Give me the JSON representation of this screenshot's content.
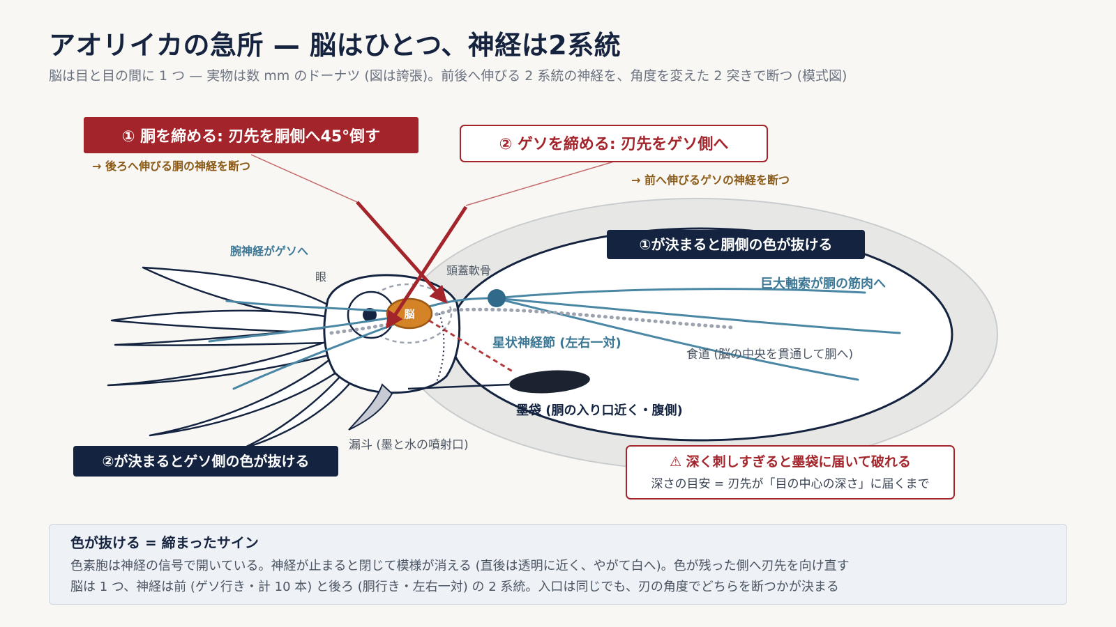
{
  "header": {
    "title": "アオリイカの急所 — 脳はひとつ、神経は2系統",
    "subtitle": "脳は目と目の間に 1 つ — 実物は数 mm のドーナツ (図は誇張)。前後へ伸びる 2 系統の神経を、角度を変えた 2 突きで断つ (模式図)"
  },
  "step1": {
    "label": "① 胴を締める: 刃先を胴側へ45°倒す",
    "note": "→ 後ろへ伸びる胴の神経を断つ"
  },
  "step2": {
    "label": "② ゲソを締める: 刃先をゲソ側へ",
    "note": "→ 前へ伸びるゲソの神経を断つ"
  },
  "results": {
    "mantle": "①が決まると胴側の色が抜ける",
    "arms": "②が決まるとゲソ側の色が抜ける"
  },
  "labels": {
    "arm_nerve": "腕神経がゲソへ",
    "eye": "眼",
    "cranial_cartilage": "頭蓋軟骨",
    "brain": "脳",
    "giant_axon": "巨大軸索が胴の筋肉へ",
    "stellate_ganglion": "星状神経節 (左右一対)",
    "esophagus": "食道 (脳の中央を貫通して胴へ)",
    "ink_sac": "墨袋 (胴の入り口近く・腹側)",
    "funnel": "漏斗 (墨と水の噴射口)"
  },
  "warning": {
    "title": "⚠ 深く刺しすぎると墨袋に届いて破れる",
    "body": "深さの目安 = 刃先が「目の中心の深さ」に届くまで"
  },
  "info": {
    "title": "色が抜ける = 締まったサイン",
    "line1": "色素胞は神経の信号で開いている。神経が止まると閉じて模様が消える (直後は透明に近く、やがて白へ)。色が残った側へ刃先を向け直す",
    "line2": "脳は 1 つ、神経は前 (ゲソ行き・計 10 本) と後ろ (胴行き・左右一対) の 2 系統。入口は同じでも、刃の角度でどちらを断つかが決まる"
  },
  "colors": {
    "navy": "#14233f",
    "red": "#a3242a",
    "nerve": "#4a87a5",
    "brain": "#d58327",
    "amber": "#8a5a16"
  }
}
